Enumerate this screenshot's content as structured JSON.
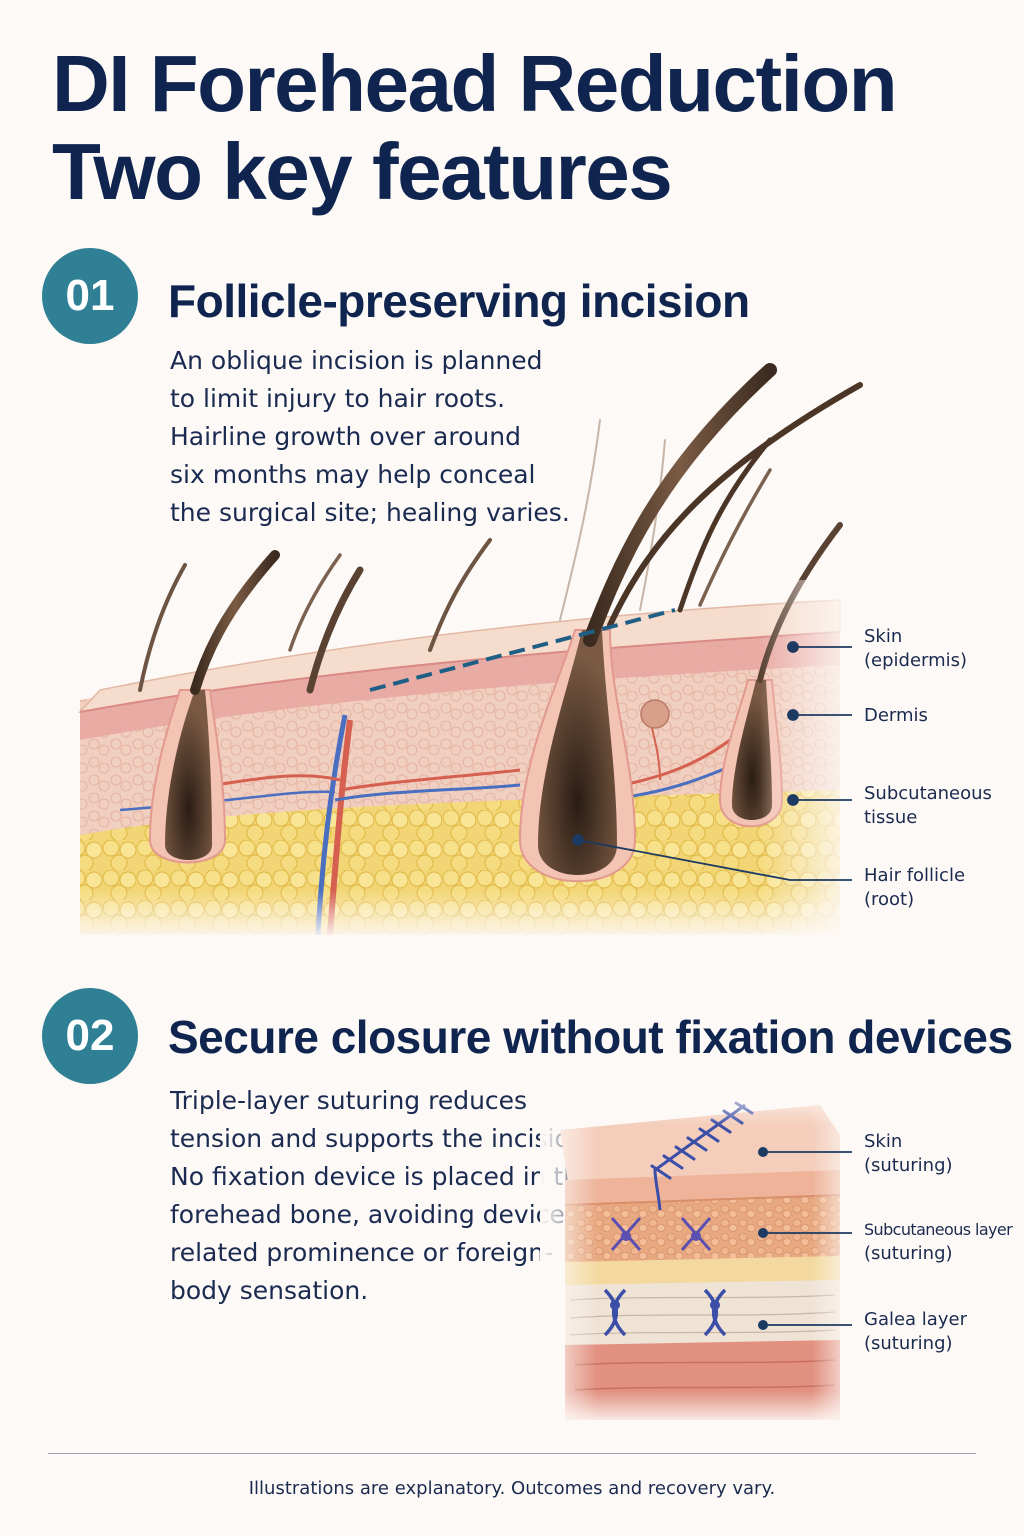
{
  "header": {
    "title_line1": "DI Forehead Reduction",
    "title_line2": "Two key features"
  },
  "section1": {
    "number": "01",
    "title": "Follicle-preserving incision",
    "body": [
      "An oblique incision is planned",
      "to limit injury to hair roots.",
      "Hairline growth over around",
      "six months may help conceal",
      "the surgical site; healing varies."
    ],
    "labels": {
      "skin": [
        "Skin",
        "(epidermis)"
      ],
      "dermis": [
        "Dermis"
      ],
      "subcutaneous": [
        "Subcutaneous",
        "tissue"
      ],
      "follicle": [
        "Hair follicle",
        "(root)"
      ]
    }
  },
  "section2": {
    "number": "02",
    "title": "Secure closure without fixation devices",
    "body": [
      "Triple-layer suturing reduces",
      "tension and supports the incision.",
      "No fixation device is placed in the",
      "forehead bone, avoiding device-",
      "related prominence or foreign-",
      "body sensation."
    ],
    "labels": {
      "skin": [
        "Skin",
        "(suturing)"
      ],
      "subcutaneous": [
        "Subcutaneous layer",
        "(suturing)"
      ],
      "galea": [
        "Galea layer",
        "(suturing)"
      ]
    }
  },
  "footer": {
    "note": "Illustrations are explanatory. Outcomes and recovery vary."
  },
  "colors": {
    "navy": "#0f2550",
    "badge_teal": "#2f7f95",
    "incision_line": "#1f5f86",
    "suture": "#3b4fa8"
  }
}
